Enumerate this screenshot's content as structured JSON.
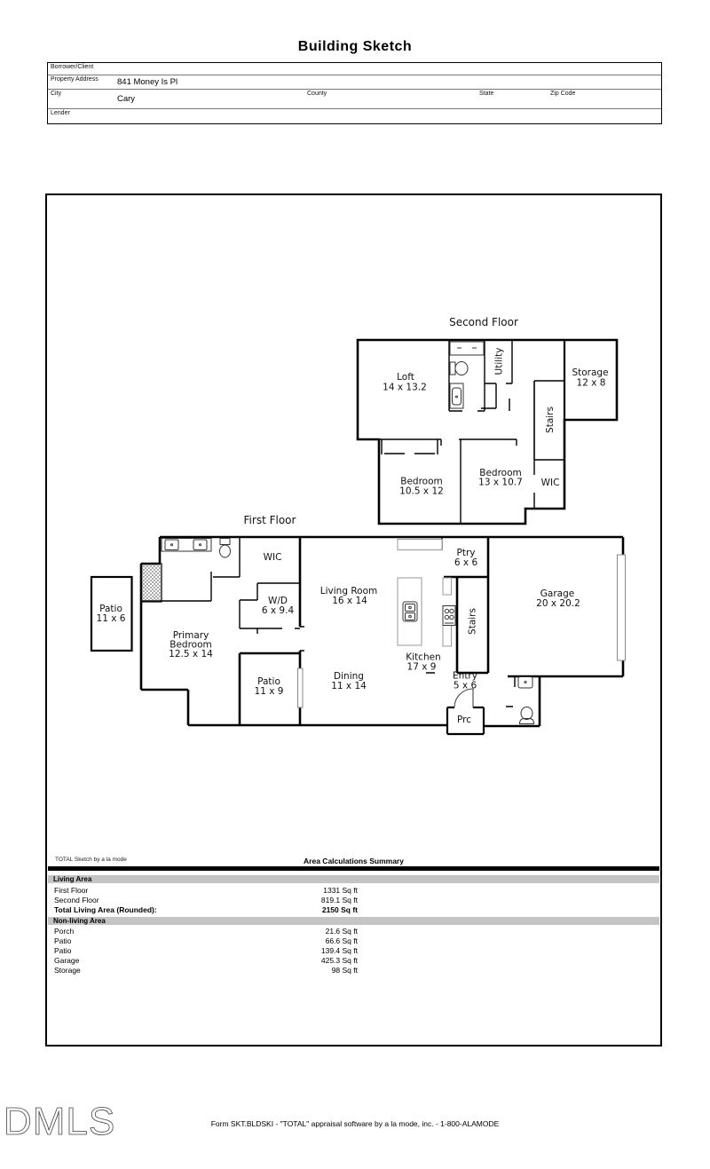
{
  "title": "Building Sketch",
  "form": {
    "borrower_label": "Borrower/Client",
    "property_address_label": "Property Address",
    "property_address_value": "841 Money Is Pl",
    "city_label": "City",
    "city_value": "Cary",
    "county_label": "County",
    "state_label": "State",
    "zip_label": "Zip Code",
    "lender_label": "Lender"
  },
  "plan": {
    "second_title": "Second Floor",
    "first_title": "First Floor",
    "loft_name": "Loft",
    "loft_dim": "14 x 13.2",
    "utility": "Utility",
    "storage_name": "Storage",
    "storage_dim": "12 x 8",
    "stairs_upper": "Stairs",
    "bedroom_a_name": "Bedroom",
    "bedroom_a_dim": "10.5 x 12",
    "bedroom_b_name": "Bedroom",
    "bedroom_b_dim": "13 x 10.7",
    "wic_upper": "WIC",
    "wic_main": "WIC",
    "wd_name": "W/D",
    "wd_dim": "6 x 9.4",
    "living_name": "Living Room",
    "living_dim": "16 x 14",
    "ptry_name": "Ptry",
    "ptry_dim": "6 x 6",
    "garage_name": "Garage",
    "garage_dim": "20 x 20.2",
    "patio_small_name": "Patio",
    "patio_small_dim": "11 x 6",
    "primary_line1": "Primary",
    "primary_line2": "Bedroom",
    "primary_dim": "12.5 x 14",
    "patio_rear_name": "Patio",
    "patio_rear_dim": "11 x 9",
    "dining_name": "Dining",
    "dining_dim": "11 x 14",
    "kitchen_name": "Kitchen",
    "kitchen_dim": "17 x 9",
    "stairs_lower": "Stairs",
    "entry_name": "Entry",
    "entry_dim": "5 x 6",
    "porch_abbr": "Prc"
  },
  "summary": {
    "watermark": "TOTAL Sketch by a la mode",
    "title": "Area Calculations Summary",
    "living_header": "Living Area",
    "living_rows": [
      {
        "label": "First Floor",
        "value": "1331 Sq ft"
      },
      {
        "label": "Second Floor",
        "value": "819.1 Sq ft"
      }
    ],
    "total_label": "Total Living Area (Rounded):",
    "total_value": "2150 Sq ft",
    "nonliving_header": "Non-living Area",
    "nonliving_rows": [
      {
        "label": "Porch",
        "value": "21.6 Sq ft"
      },
      {
        "label": "Patio",
        "value": "66.6 Sq ft"
      },
      {
        "label": "Patio",
        "value": "139.4 Sq ft"
      },
      {
        "label": "Garage",
        "value": "425.3 Sq ft"
      },
      {
        "label": "Storage",
        "value": "98 Sq ft"
      }
    ]
  },
  "footer": {
    "logo": "DMLS",
    "form_line": "Form SKT.BLDSKI - \"TOTAL\" appraisal software by a la mode, inc. - 1-800-ALAMODE"
  }
}
